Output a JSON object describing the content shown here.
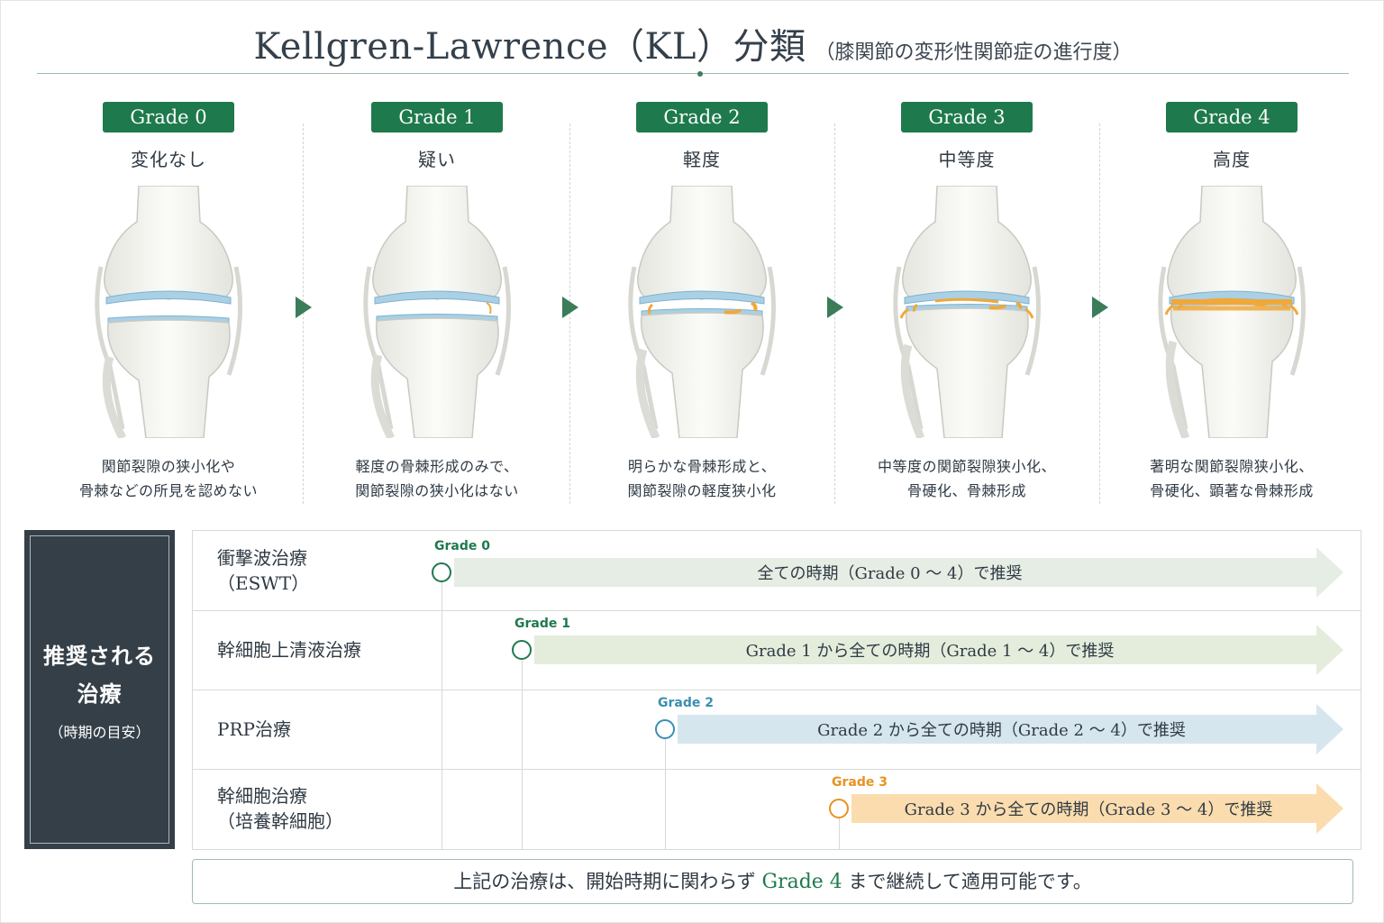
{
  "title": {
    "main": "Kellgren-Lawrence（KL）分類",
    "sub": "（膝関節の変形性関節症の進行度）"
  },
  "grades": [
    {
      "badge": "Grade 0",
      "label": "変化なし",
      "desc_line1": "関節裂隙の狭小化や",
      "desc_line2": "骨棘などの所見を認めない"
    },
    {
      "badge": "Grade 1",
      "label": "疑い",
      "desc_line1": "軽度の骨棘形成のみで、",
      "desc_line2": "関節裂隙の狭小化はない"
    },
    {
      "badge": "Grade 2",
      "label": "軽度",
      "desc_line1": "明らかな骨棘形成と、",
      "desc_line2": "関節裂隙の軽度狭小化"
    },
    {
      "badge": "Grade 3",
      "label": "中等度",
      "desc_line1": "中等度の関節裂隙狭小化、",
      "desc_line2": "骨硬化、骨棘形成"
    },
    {
      "badge": "Grade 4",
      "label": "高度",
      "desc_line1": "著明な関節裂隙狭小化、",
      "desc_line2": "骨硬化、顕著な骨棘形成"
    }
  ],
  "panel": {
    "title_line1": "推奨される",
    "title_line2": "治療",
    "subtitle": "（時期の目安）"
  },
  "treatments": [
    {
      "name_line1": "衝撃波治療",
      "name_line2": "（ESWT）",
      "start_tag": "Grade 0",
      "bar_text": "全ての時期（Grade 0 〜 4）で推奨",
      "color": "#1e7a4c",
      "bar_color": "#e6ede4"
    },
    {
      "name_line1": "幹細胞上清液治療",
      "name_line2": "",
      "start_tag": "Grade 1",
      "bar_text": "Grade 1 から全ての時期（Grade 1 〜 4）で推奨",
      "color": "#1e7a4c",
      "bar_color": "#e4ecdc"
    },
    {
      "name_line1": "PRP治療",
      "name_line2": "",
      "start_tag": "Grade 2",
      "bar_text": "Grade 2 から全ての時期（Grade 2 〜 4）で推奨",
      "color": "#3a8fb0",
      "bar_color": "#d6e6ef"
    },
    {
      "name_line1": "幹細胞治療",
      "name_line2": "（培養幹細胞）",
      "start_tag": "Grade 3",
      "bar_text": "Grade 3 から全ての時期（Grade 3 〜 4）で推奨",
      "color": "#e8921f",
      "bar_color": "#fbdcae"
    }
  ],
  "note": {
    "before": "上記の治療は、開始時期に関わらず",
    "highlight": "Grade 4",
    "after": "まで継続して適用可能です。"
  },
  "colors": {
    "accent_green": "#1e7a4c",
    "cartilage_blue": "#a9d0e4",
    "osteophyte_orange": "#f0a83a",
    "panel_dark": "#353f47"
  }
}
